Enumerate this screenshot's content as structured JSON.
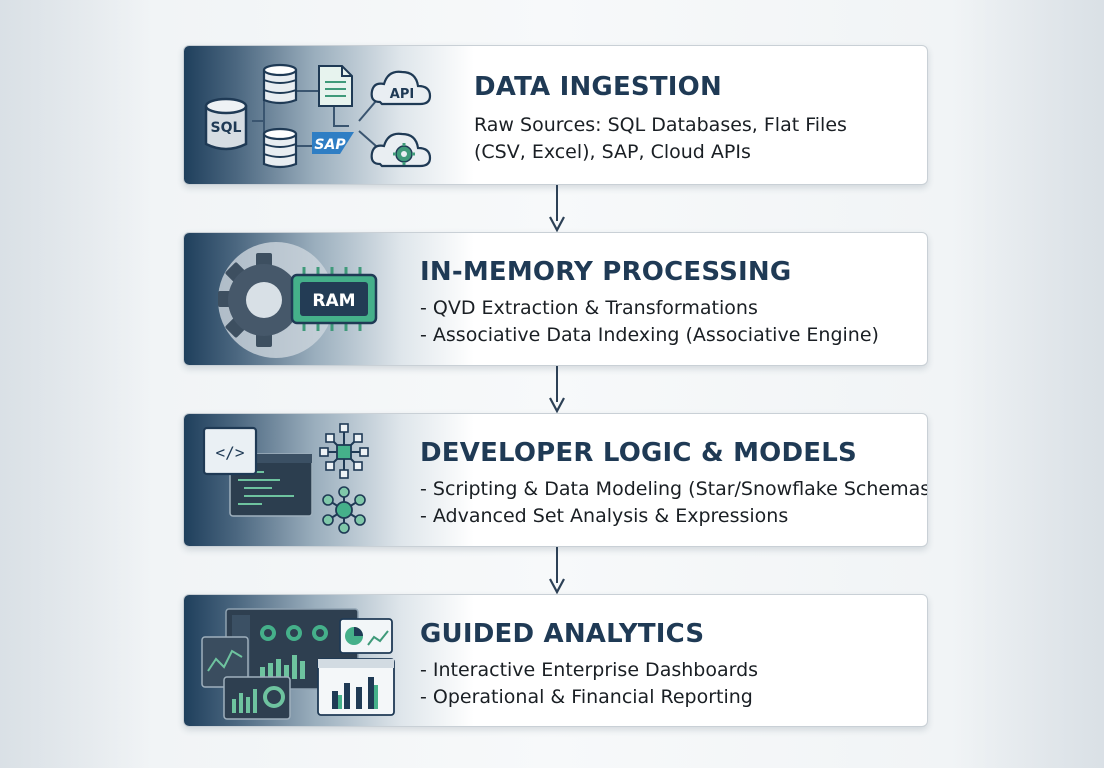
{
  "stages": [
    {
      "title": "DATA INGESTION",
      "lines": [
        "Raw Sources: SQL Databases, Flat Files",
        "(CSV, Excel), SAP, Cloud APIs"
      ],
      "icons": {
        "db_label": "SQL",
        "sap_label": "SAP",
        "api_label": "API"
      }
    },
    {
      "title": "IN-MEMORY PROCESSING",
      "lines": [
        "- QVD Extraction & Transformations",
        "- Associative Data Indexing (Associative Engine)"
      ],
      "icons": {
        "chip_label": "RAM"
      }
    },
    {
      "title": "DEVELOPER LOGIC & MODELS",
      "lines": [
        "- Scripting & Data Modeling (Star/Snowflake Schemas)",
        "- Advanced Set Analysis & Expressions"
      ],
      "icons": {
        "code_label": "</>"
      }
    },
    {
      "title": "GUIDED ANALYTICS",
      "lines": [
        "- Interactive Enterprise Dashboards",
        "- Operational & Financial Reporting"
      ],
      "icons": {}
    }
  ],
  "colors": {
    "navy": "#1f3a55",
    "accent_green": "#3f9a7a",
    "arrow": "#2d4156"
  }
}
